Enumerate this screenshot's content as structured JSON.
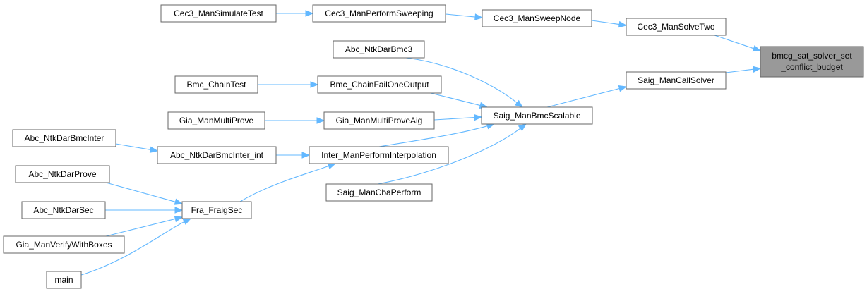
{
  "colors": {
    "edge": "#63b8ff",
    "node_border": "#666666",
    "focus_fill": "#999999",
    "node_fill": "#ffffff"
  },
  "nodes": {
    "focus": {
      "line1": "bmcg_sat_solver_set",
      "line2": "_conflict_budget"
    },
    "cec3_solve_two": "Cec3_ManSolveTwo",
    "saig_call_solver": "Saig_ManCallSolver",
    "cec3_sweep_node": "Cec3_ManSweepNode",
    "cec3_perform_sweeping": "Cec3_ManPerformSweeping",
    "cec3_simulate_test": "Cec3_ManSimulateTest",
    "saig_bmc_scalable": "Saig_ManBmcScalable",
    "abc_ntkdar_bmc3": "Abc_NtkDarBmc3",
    "bmc_chain_fail": "Bmc_ChainFailOneOutput",
    "bmc_chain_test": "Bmc_ChainTest",
    "gia_multi_prove_aig": "Gia_ManMultiProveAig",
    "gia_multi_prove": "Gia_ManMultiProve",
    "inter_perform": "Inter_ManPerformInterpolation",
    "saig_cba": "Saig_ManCbaPerform",
    "abc_bmcinter_int": "Abc_NtkDarBmcInter_int",
    "abc_bmcinter": "Abc_NtkDarBmcInter",
    "fra_fraigsec": "Fra_FraigSec",
    "abc_prove": "Abc_NtkDarProve",
    "abc_sec": "Abc_NtkDarSec",
    "gia_verify": "Gia_ManVerifyWithBoxes",
    "main": "main"
  }
}
